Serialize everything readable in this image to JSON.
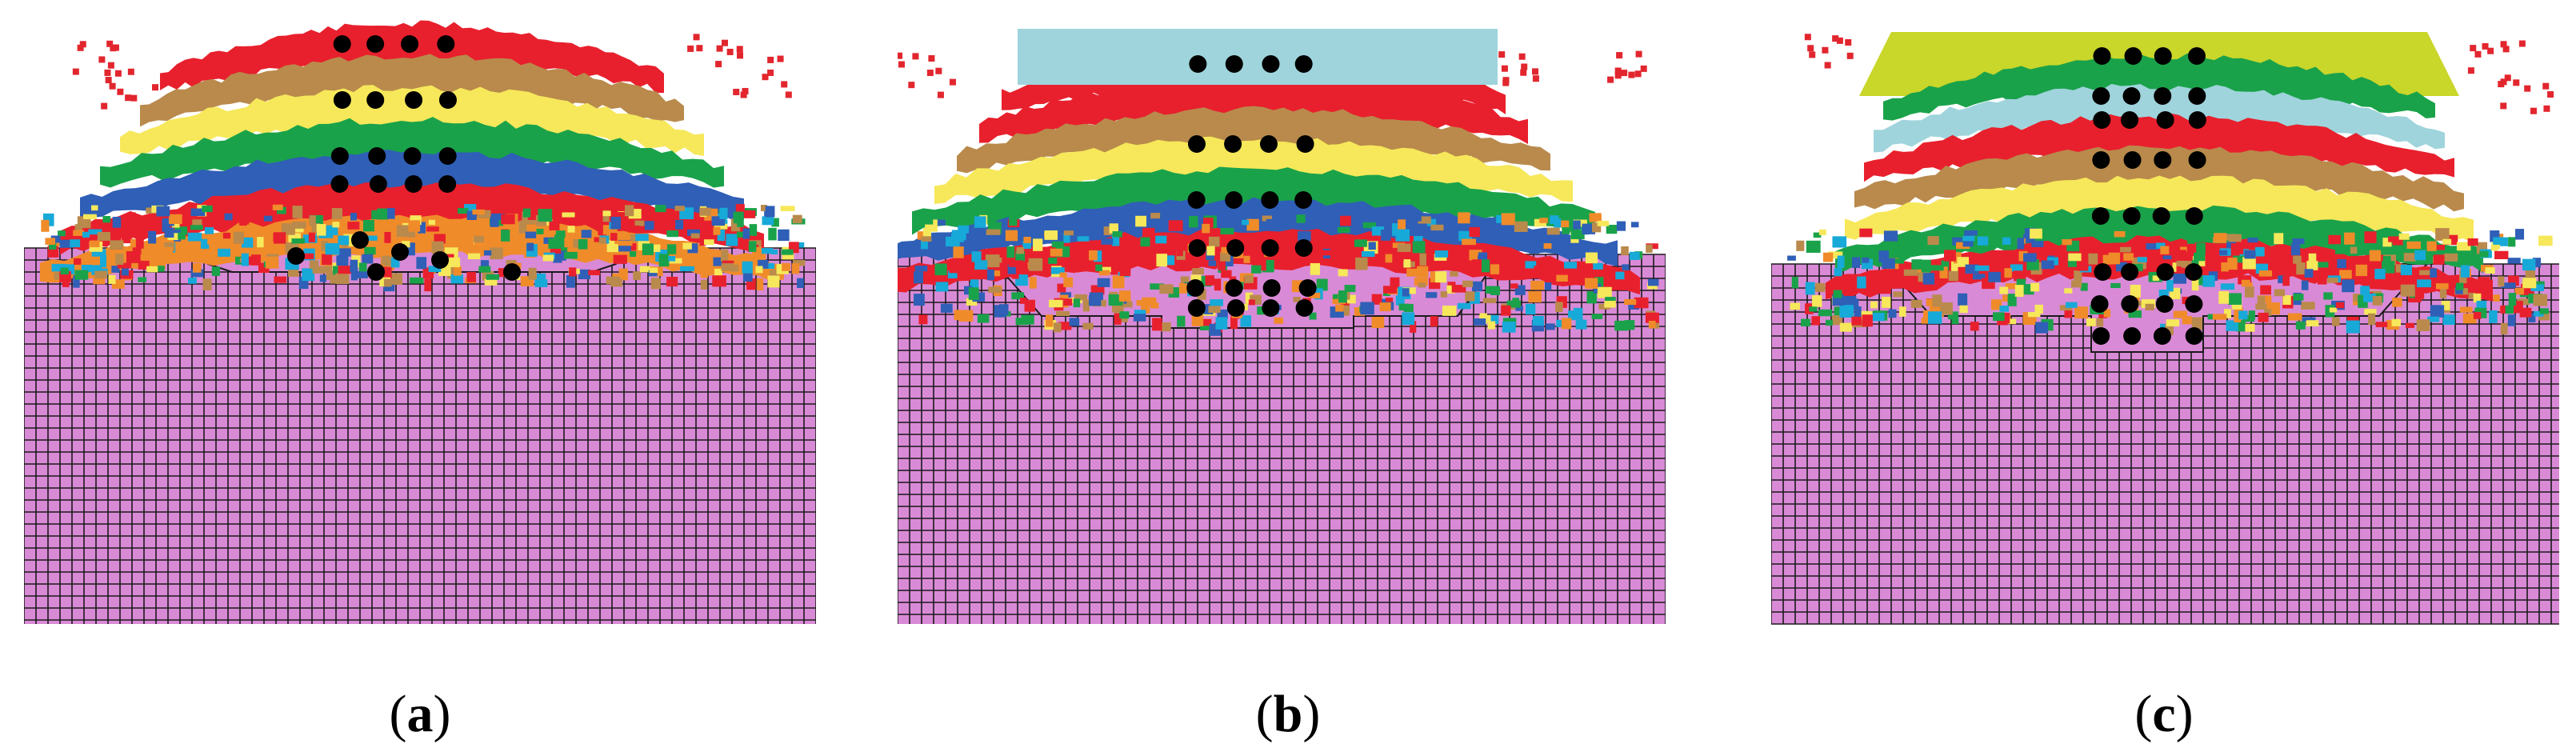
{
  "figure": {
    "panels": [
      {
        "id": "a",
        "label": "(a)",
        "label_open": "(",
        "label_letter": "a",
        "label_close": ")"
      },
      {
        "id": "b",
        "label": "(b)",
        "label_open": "(",
        "label_letter": "b",
        "label_close": ")"
      },
      {
        "id": "c",
        "label": "(c)",
        "label_open": "(",
        "label_letter": "c",
        "label_close": ")"
      }
    ],
    "colors": {
      "substrate": "#d98ad6",
      "substrate_grid": "#1a1a1a",
      "particle_black": "#000000",
      "splash_red": "#e2262e",
      "band_red": "#e8202d",
      "band_brown": "#b98a4c",
      "band_yellow": "#f6e85a",
      "band_green": "#1aa24a",
      "band_blue": "#2f5fb6",
      "band_lightblue": "#9fd4dc",
      "band_lime": "#c9d62a",
      "band_cyan": "#17a9d8",
      "band_orange": "#f08b2a"
    }
  }
}
